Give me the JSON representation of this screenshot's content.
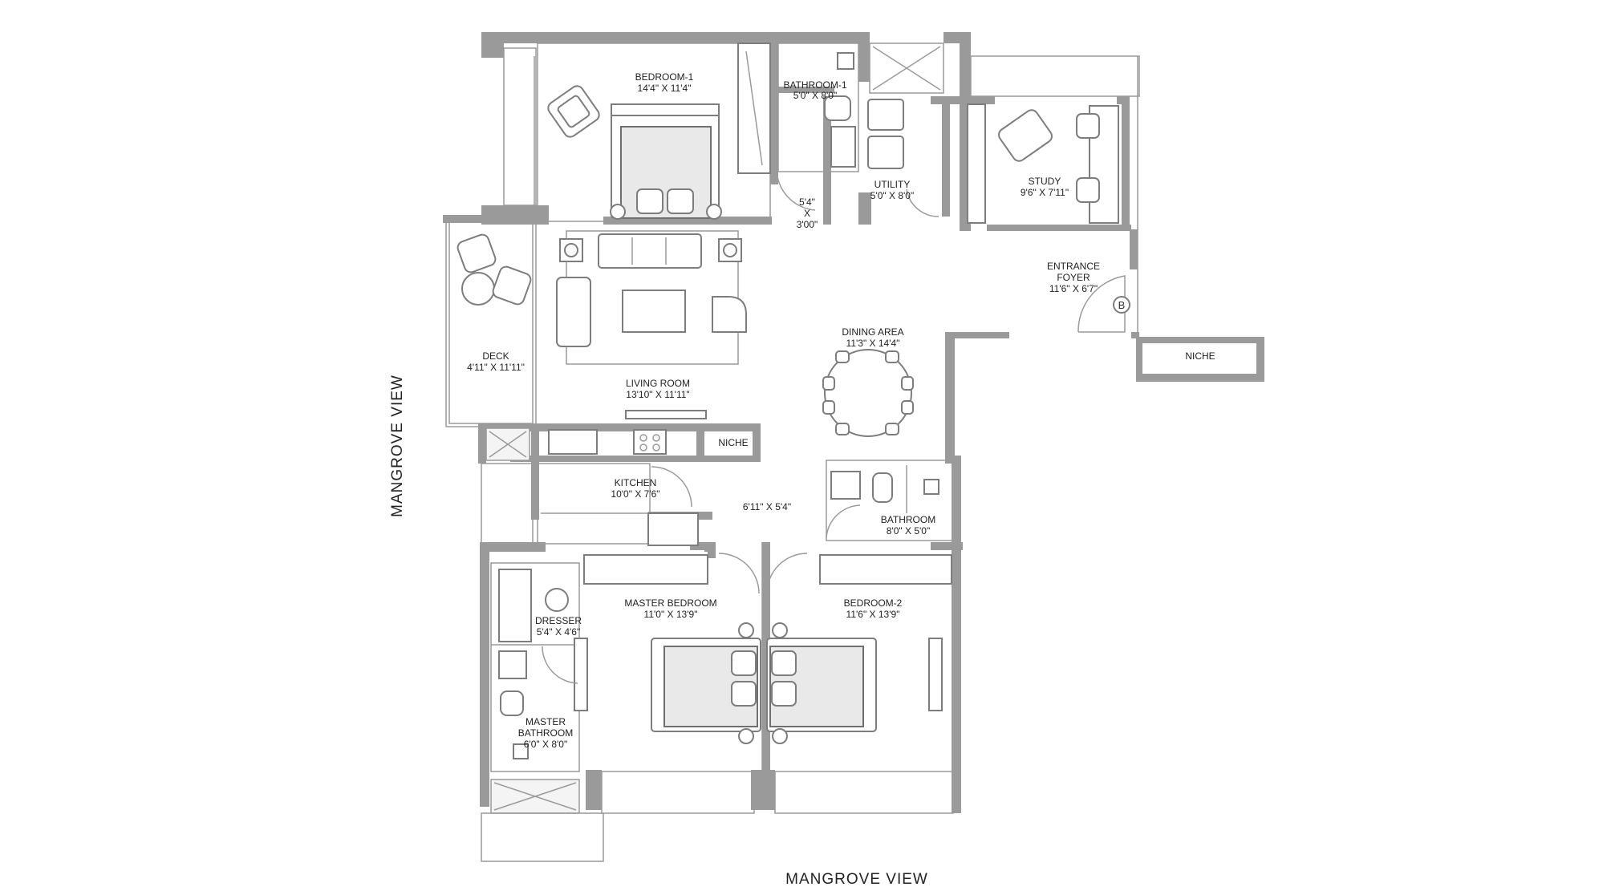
{
  "views": {
    "left": "MANGROVE VIEW",
    "bottom": "MANGROVE VIEW"
  },
  "rooms": {
    "bedroom1": {
      "name": "BEDROOM-1",
      "size": "14'4\" X 11'4\""
    },
    "bathroom1": {
      "name": "BATHROOM-1",
      "size": "5'0\" X 8'0\""
    },
    "utility": {
      "name": "UTILITY",
      "size": "5'0\" X 8'0\""
    },
    "study": {
      "name": "STUDY",
      "size": "9'6\" X 7'11\""
    },
    "passage1": {
      "line1": "5'4\"",
      "line2": "X",
      "line3": "3'00\""
    },
    "foyer": {
      "name1": "ENTRANCE",
      "name2": "FOYER",
      "size": "11'6\" X 6'7\""
    },
    "deck": {
      "name": "DECK",
      "size": "4'11\" X 11'11\""
    },
    "living": {
      "name": "LIVING ROOM",
      "size": "13'10\" X 11'11\""
    },
    "dining": {
      "name": "DINING AREA",
      "size": "11'3\" X 14'4\""
    },
    "niche_kitchen": {
      "name": "NICHE"
    },
    "niche_foyer": {
      "name": "NICHE"
    },
    "kitchen": {
      "name": "KITCHEN",
      "size": "10'0\" X 7'6\""
    },
    "passage2": {
      "size": "6'11\" X 5'4\""
    },
    "bathroom": {
      "name": "BATHROOM",
      "size": "8'0\" X 5'0\""
    },
    "master_bedroom": {
      "name": "MASTER BEDROOM",
      "size": "11'0\" X 13'9\""
    },
    "bedroom2": {
      "name": "BEDROOM-2",
      "size": "11'6\" X 13'9\""
    },
    "dresser": {
      "name": "DRESSER",
      "size": "5'4\" X 4'6\""
    },
    "master_bathroom": {
      "name1": "MASTER",
      "name2": "BATHROOM",
      "size": "6'0\" X 8'0\""
    }
  },
  "symbols": {
    "entrance_marker": "B"
  }
}
